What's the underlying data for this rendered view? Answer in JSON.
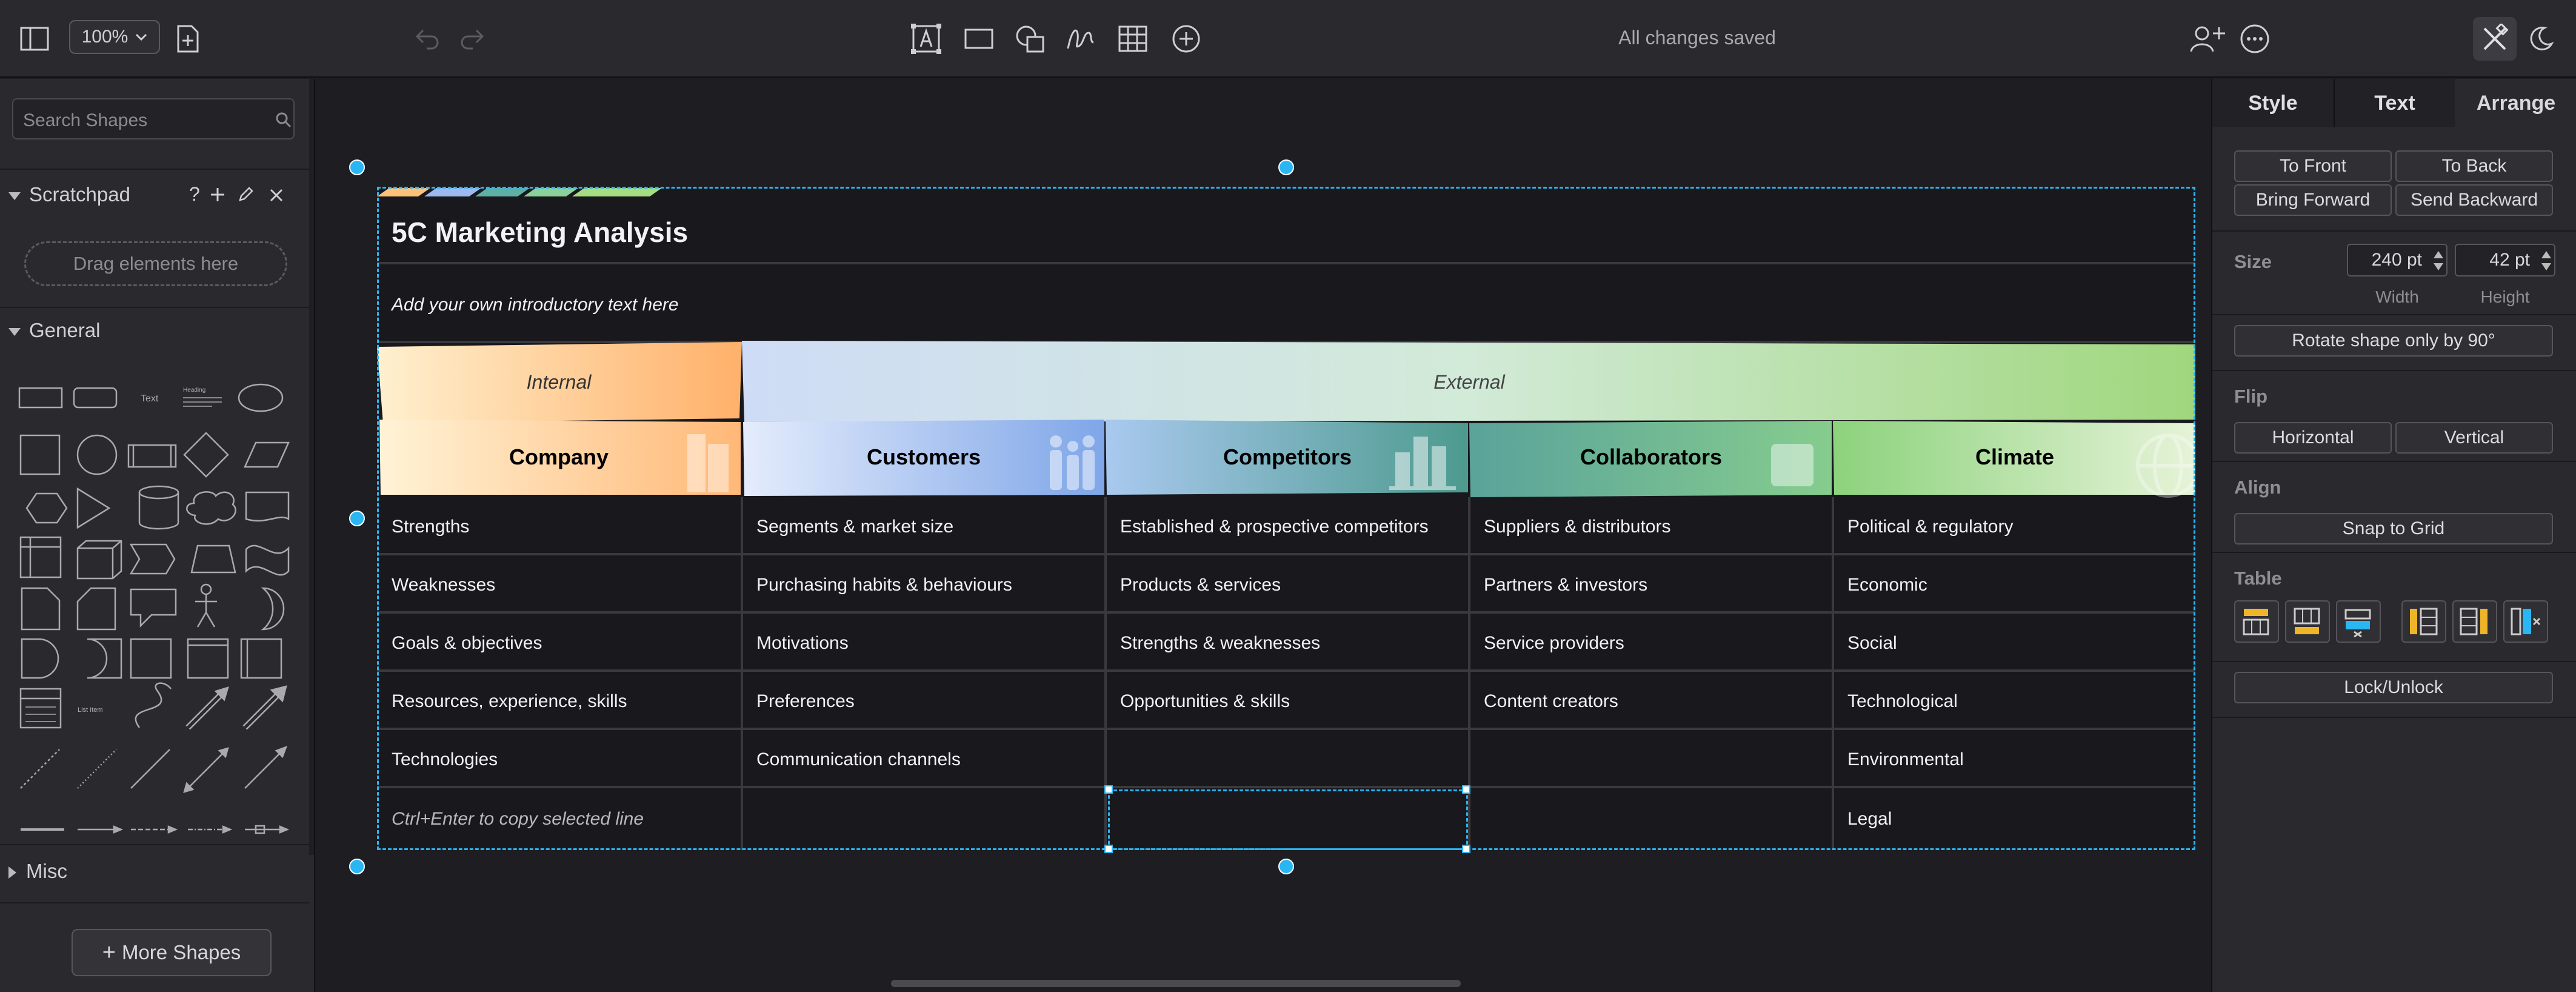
{
  "toolbar": {
    "zoom": "100%",
    "status": "All changes saved"
  },
  "sidebar": {
    "search_placeholder": "Search Shapes",
    "scratchpad": {
      "title": "Scratchpad",
      "help": "?",
      "drag_hint": "Drag elements here"
    },
    "general_title": "General",
    "misc_title": "Misc",
    "more_shapes": "More Shapes",
    "shape_labels": {
      "text": "Text",
      "heading": "Heading",
      "list_item": "List Item"
    }
  },
  "diagram": {
    "title": "5C Marketing Analysis",
    "intro": "Add your own introductory text here",
    "groups": {
      "internal": "Internal",
      "external": "External"
    },
    "columns": [
      "Company",
      "Customers",
      "Competitors",
      "Collaborators",
      "Climate"
    ],
    "rows": [
      [
        "Strengths",
        "Segments & market size",
        "Established & prospective competitors",
        "Suppliers & distributors",
        "Political & regulatory"
      ],
      [
        "Weaknesses",
        "Purchasing habits & behaviours",
        "Products & services",
        "Partners & investors",
        "Economic"
      ],
      [
        "Goals & objectives",
        "Motivations",
        "Strengths & weaknesses",
        "Service providers",
        "Social"
      ],
      [
        "Resources, experience, skills",
        "Preferences",
        "Opportunities & skills",
        "Content creators",
        "Technological"
      ],
      [
        "Technologies",
        "Communication channels",
        "",
        "",
        "Environmental"
      ],
      [
        "Ctrl+Enter to copy selected line",
        "",
        "",
        "",
        "Legal"
      ]
    ]
  },
  "format_panel": {
    "tabs": [
      "Style",
      "Text",
      "Arrange"
    ],
    "active_tab": "Arrange",
    "order": {
      "to_front": "To Front",
      "to_back": "To Back",
      "bring_forward": "Bring Forward",
      "send_backward": "Send Backward"
    },
    "size": {
      "label": "Size",
      "width": "240 pt",
      "height": "42 pt",
      "width_label": "Width",
      "height_label": "Height"
    },
    "rotate": "Rotate shape only by 90°",
    "flip": {
      "label": "Flip",
      "horizontal": "Horizontal",
      "vertical": "Vertical"
    },
    "align": {
      "label": "Align",
      "snap": "Snap to Grid"
    },
    "table_label": "Table",
    "lock": "Lock/Unlock"
  },
  "colors": {
    "accent": "#29b6f2",
    "company": "#ffb877",
    "customers": "#8fb3ea",
    "competitors": "#5aa39a",
    "collaborators": "#7cc48c",
    "climate": "#9ed879"
  }
}
